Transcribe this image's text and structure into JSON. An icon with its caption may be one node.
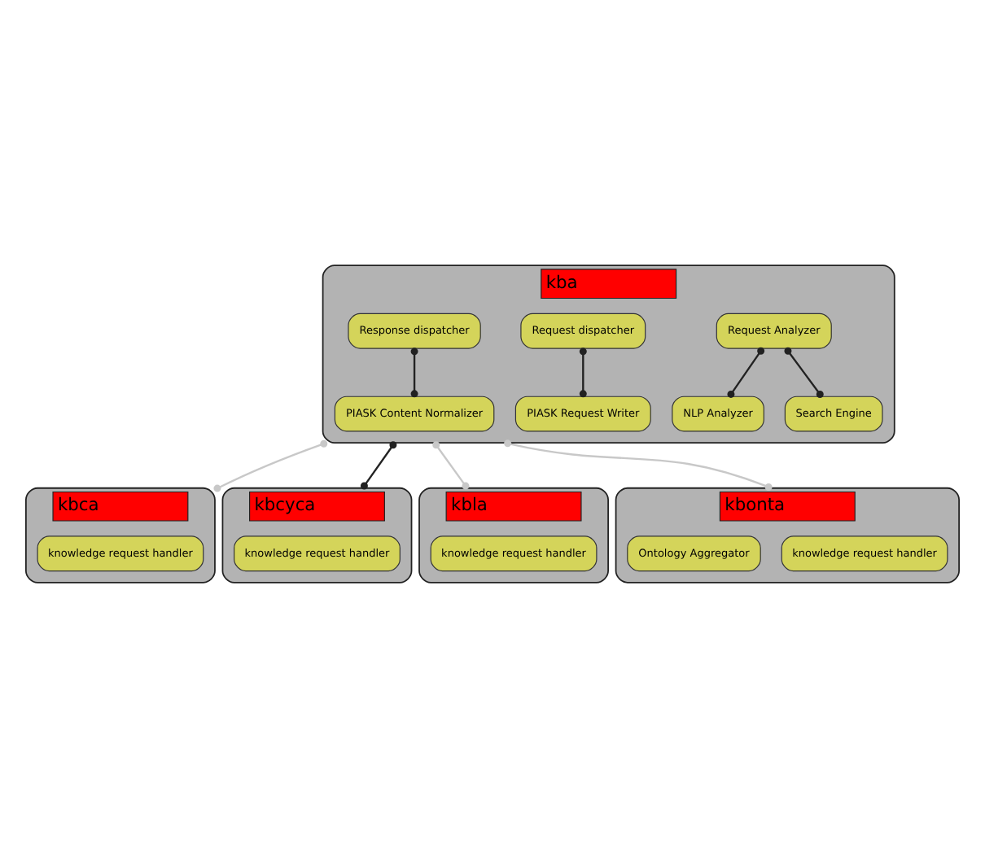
{
  "diagram": {
    "nodes": [
      {
        "text": [
          "kba"
        ]
      },
      {
        "text": [
          "Request Analyzer"
        ],
        "in": 0
      },
      {
        "text": [
          "NLP Analyzer"
        ],
        "in": 0
      },
      {
        "text": [
          "Search Engine"
        ],
        "in": 0
      },
      {
        "text": [
          "Request dispatcher"
        ],
        "in": 0
      },
      {
        "text": [
          "PIASK Request Writer"
        ],
        "in": 0
      },
      {
        "text": [
          "Response dispatcher"
        ],
        "in": 0
      },
      {
        "text": [
          "PIASK Content Normalizer"
        ],
        "in": 0
      },
      {
        "text": [
          "kbca"
        ]
      },
      {
        "text": [
          "knowledge request handler"
        ],
        "in": 8
      },
      {
        "text": [
          "kbcyca"
        ]
      },
      {
        "text": [
          "knowledge request handler"
        ],
        "in": 10
      },
      {
        "text": [
          "kbla"
        ]
      },
      {
        "text": [
          "knowledge request handler"
        ],
        "in": 12
      },
      {
        "text": [
          "kbonta"
        ]
      },
      {
        "text": [
          "knowledge request handler"
        ],
        "in": 14
      },
      {
        "text": [
          "Ontology Aggregator"
        ],
        "in": 14
      }
    ],
    "edges": [
      {
        "from": 1,
        "to": 2,
        "arrow": "other"
      },
      {
        "from": 1,
        "to": 3,
        "arrow": "other"
      },
      {
        "from": 4,
        "to": 5,
        "arrow": "other"
      },
      {
        "from": 6,
        "to": 7,
        "arrow": "other"
      },
      {
        "from": 0,
        "to": 8,
        "arrow": "other",
        "color": "#c8c8c8"
      },
      {
        "from": 0,
        "to": 10,
        "arrow": "other"
      },
      {
        "from": 0,
        "to": 12,
        "arrow": "other",
        "color": "#c8c8c8"
      },
      {
        "from": 0,
        "to": 14,
        "arrow": "other",
        "color": "#c8c8c8"
      }
    ]
  }
}
